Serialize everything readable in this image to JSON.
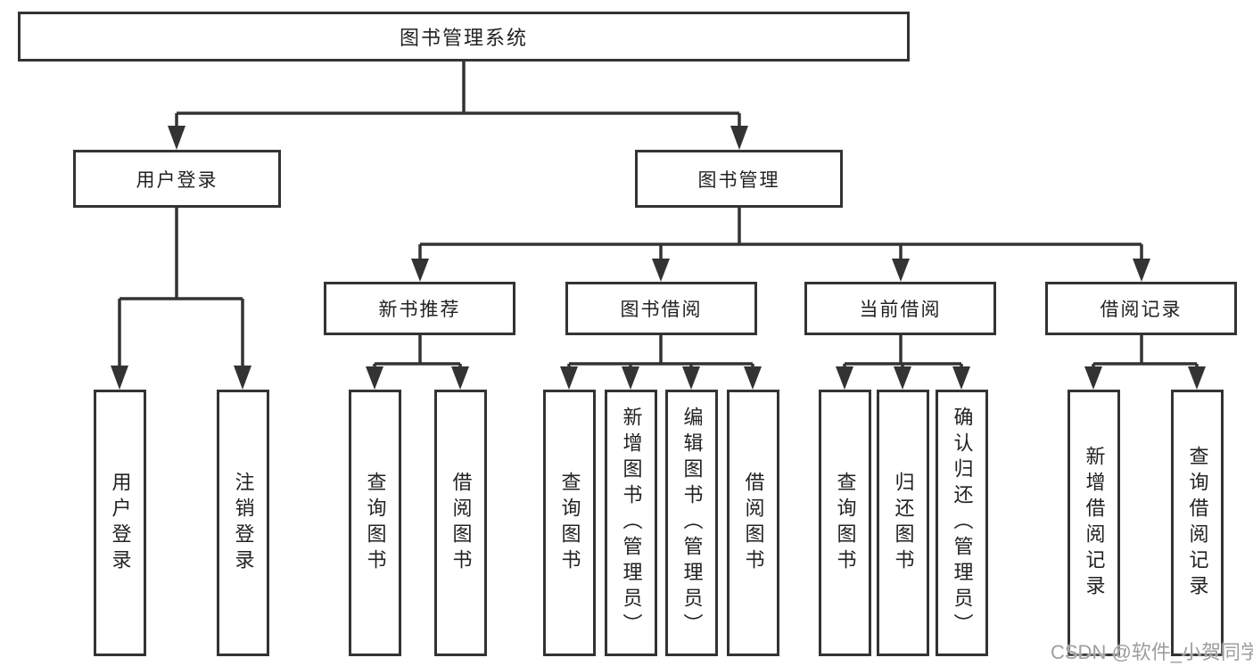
{
  "tree": {
    "root": {
      "label": "图书管理系统"
    },
    "level2": [
      {
        "label": "用户登录"
      },
      {
        "label": "图书管理"
      }
    ],
    "level3": [
      {
        "label": "新书推荐"
      },
      {
        "label": "图书借阅"
      },
      {
        "label": "当前借阅"
      },
      {
        "label": "借阅记录"
      }
    ],
    "leaves": [
      {
        "label": "用户登录"
      },
      {
        "label": "注销登录"
      },
      {
        "label": "查询图书"
      },
      {
        "label": "借阅图书"
      },
      {
        "label": "查询图书"
      },
      {
        "label": "新增图书（管理员）"
      },
      {
        "label": "编辑图书（管理员）"
      },
      {
        "label": "借阅图书"
      },
      {
        "label": "查询图书"
      },
      {
        "label": "归还图书"
      },
      {
        "label": "确认归还（管理员）"
      },
      {
        "label": "新增借阅记录"
      },
      {
        "label": "查询借阅记录"
      }
    ]
  },
  "watermark": "CSDN @软件_小贺同学",
  "colors": {
    "line": "#333333",
    "text": "#222222",
    "background": "#ffffff",
    "watermark": "#9e9e9e"
  }
}
